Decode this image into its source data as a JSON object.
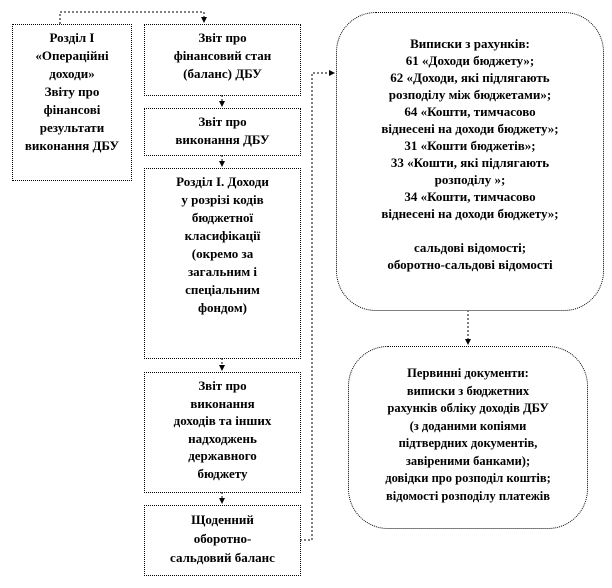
{
  "left_box": "Розділ І\n«Операційні доходи»\nЗвіту про фінансові результати виконання ДБУ",
  "chain": [
    "Звіт про\nфінансовий стан\n(баланс) ДБУ",
    "Звіт про\nвиконання ДБУ",
    "Розділ І. Доходи\nу розрізі кодів\nбюджетної\nкласифікації\n(окремо за\nзагальним і\nспеціальним\nфондом)",
    "Звіт про\nвиконання\nдоходів та інших\nнадходжень\nдержавного\nбюджету",
    "Щоденний\nоборотно-\nсальдовий баланс"
  ],
  "accounts_box": "Виписки з рахунків:\n61 «Доходи бюджету»;\n62 «Доходи, які підлягають\nрозподілу між бюджетами»;\n64 «Кошти, тимчасово\nвіднесені на доходи бюджету»;\n31 «Кошти бюджетів»;\n33 «Кошти, які підлягають\nрозподілу »;\n34 «Кошти, тимчасово\nвіднесені на доходи бюджету»;\n\nсальдові відомості;\nоборотно-сальдові відомості",
  "primary_box": "Первинні документи:\nвиписки з бюджетних\nрахунків  обліку доходів ДБУ\n(з доданими копіями\nпідтвердних документів,\nзавіреними банками);\nдовідки про розподіл коштів;\nвідомості розподілу платежів"
}
